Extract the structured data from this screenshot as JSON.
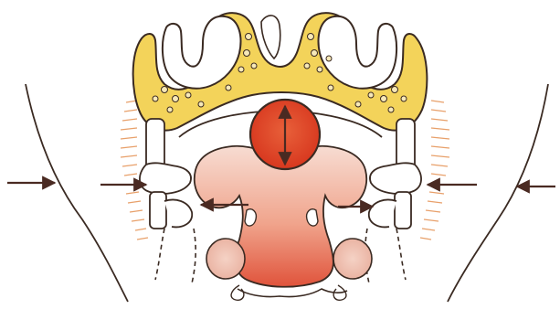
{
  "diagram": {
    "colors": {
      "outline": "#3a2a22",
      "bone_fill": "#f3d35a",
      "bone_pore_fill": "#f7e9b8",
      "mass_red": "#d6341c",
      "mass_red_light": "#e8603a",
      "soft_tissue_light": "#f7dcd2",
      "soft_tissue_dark": "#e0533b",
      "node_fill": "#e9b1a0",
      "hatch": "#e8a06a",
      "arrow": "#4a2a22",
      "background": "#ffffff"
    },
    "arrows": {
      "left_outer": "inward",
      "left_inner": "inward",
      "right_inner": "inward",
      "right_outer": "inward",
      "central_left": "lateral",
      "central_right": "lateral",
      "mass_vertical": "double-headed"
    }
  }
}
